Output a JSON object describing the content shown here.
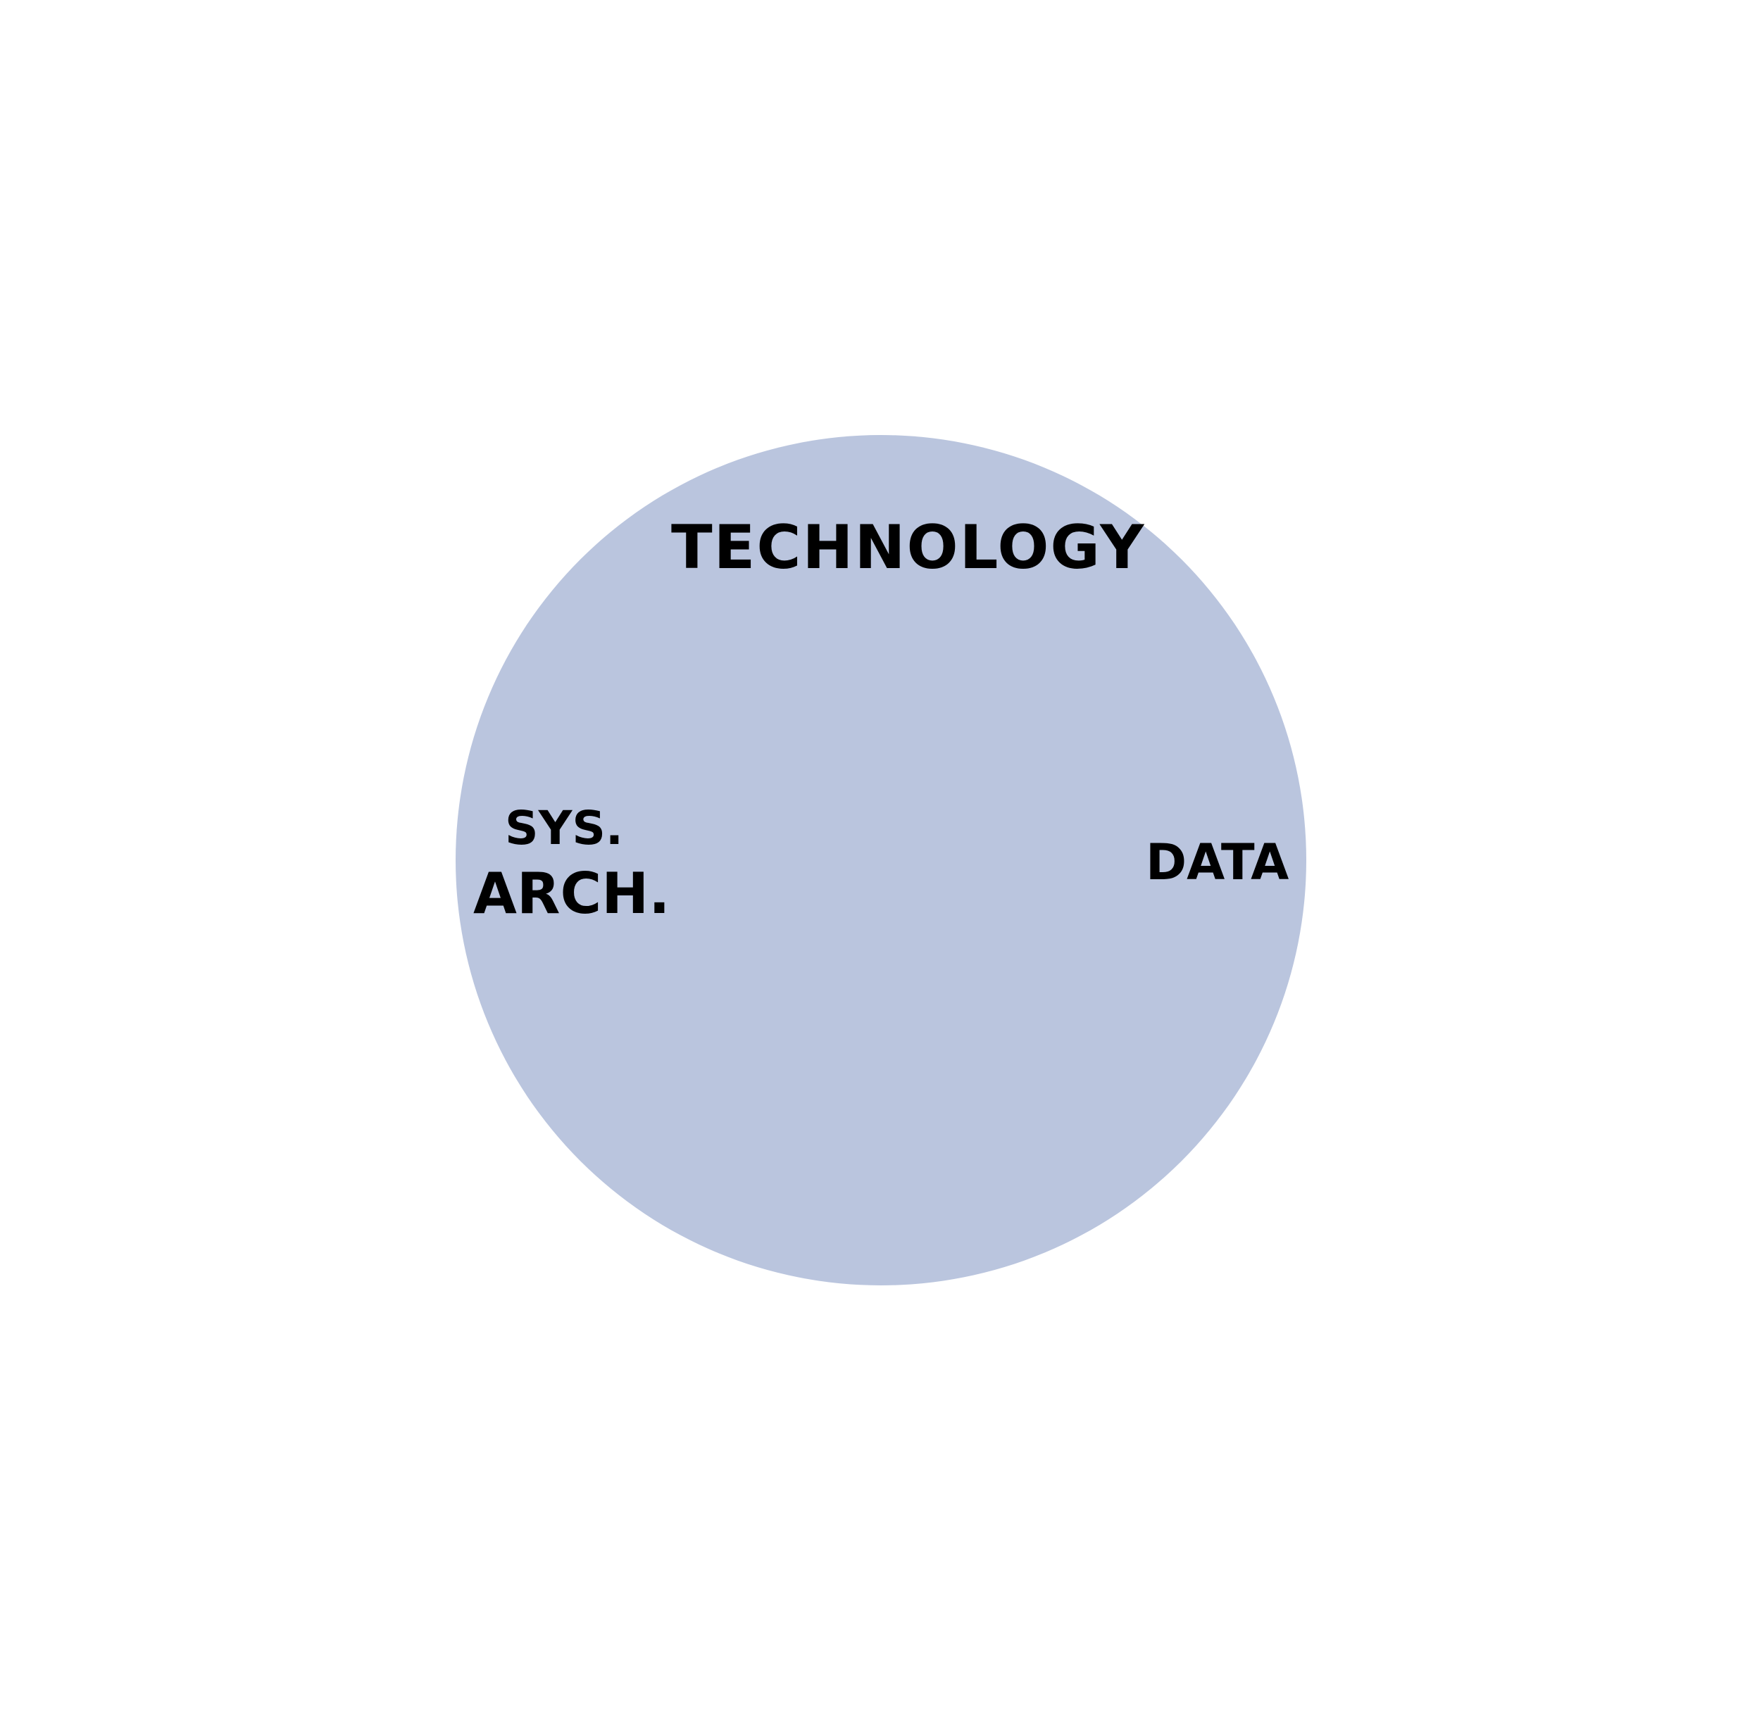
{
  "diagram": {
    "circle_color": "#bac5de",
    "title": "TECHNOLOGY",
    "left_label_line1": "SYS.",
    "left_label_line2": "ARCH.",
    "right_label": "DATA"
  }
}
